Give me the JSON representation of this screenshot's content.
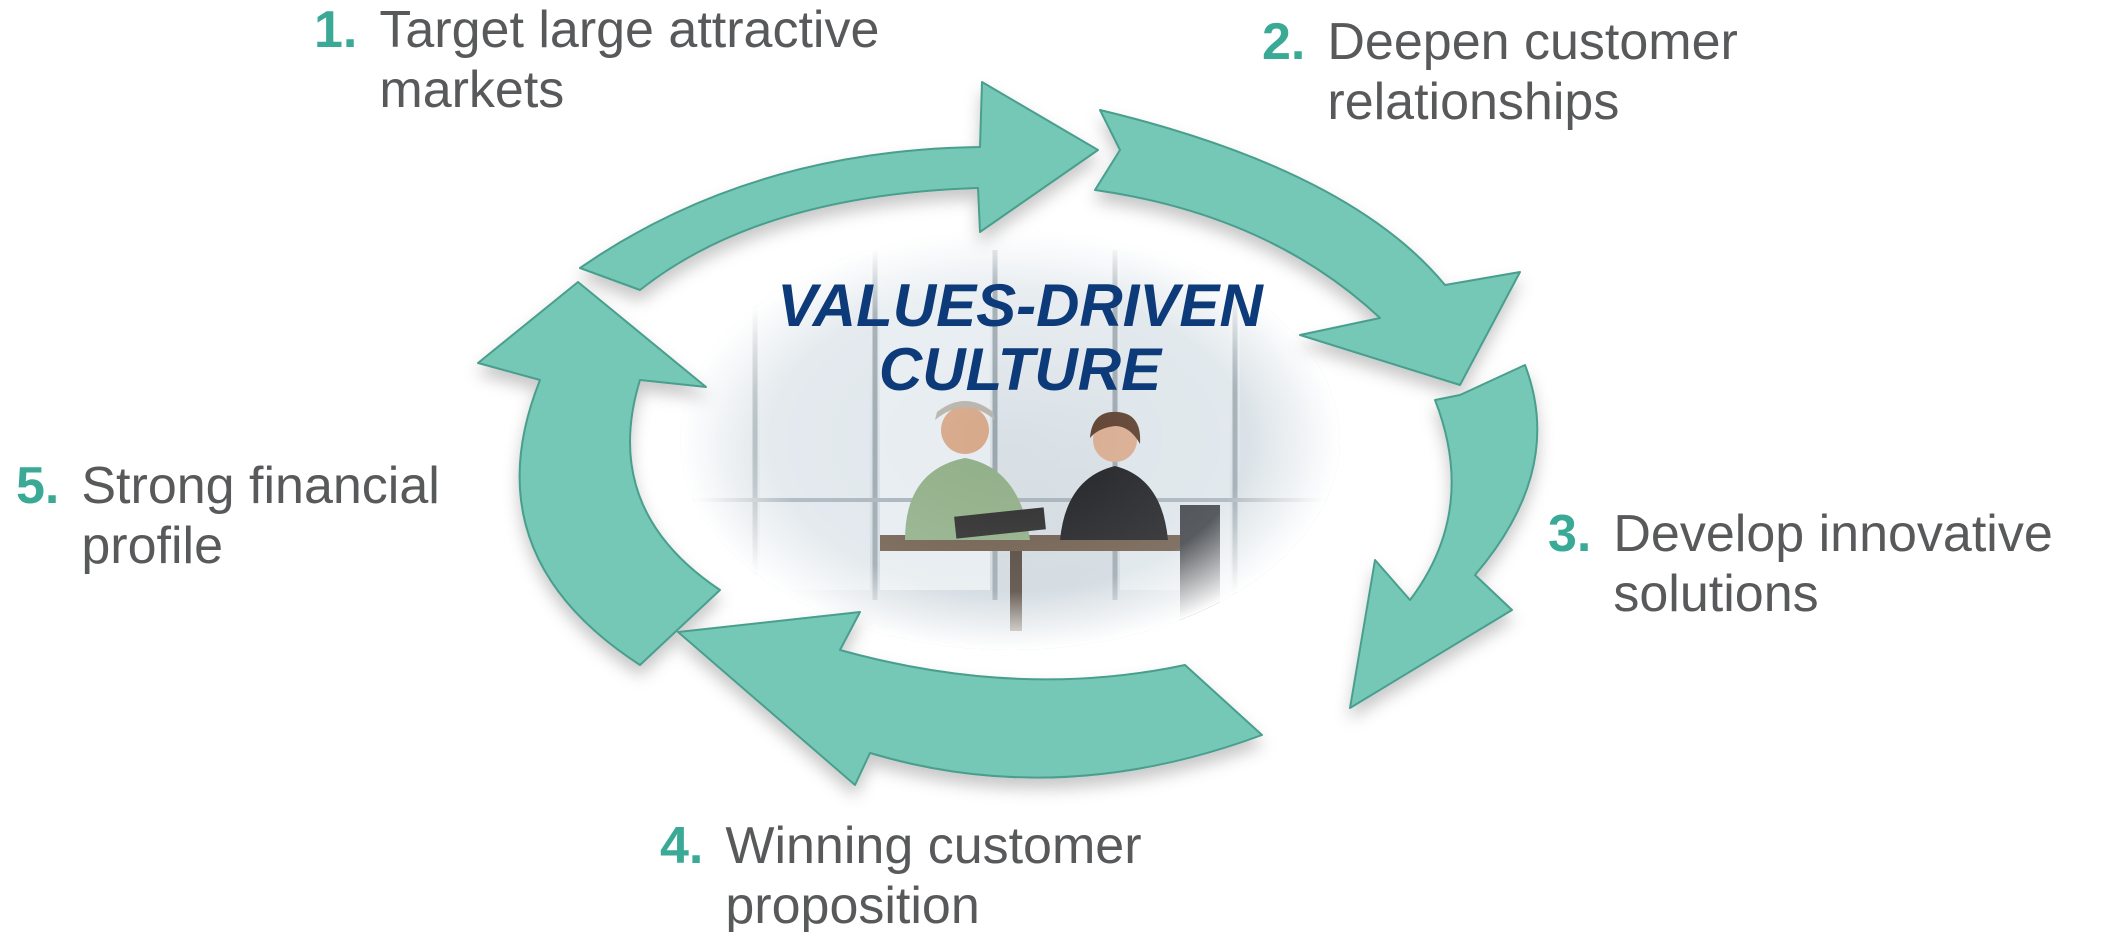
{
  "colors": {
    "arrow_fill": "#75c7b6",
    "arrow_shadow": "#4a9e8d",
    "number_accent": "#3aaa96",
    "body_text": "#58595b",
    "title_text": "#0d3a78"
  },
  "center": {
    "title_line_1": "VALUES-DRIVEN",
    "title_line_2": "CULTURE",
    "photo": "two colleagues reviewing a document at an office table"
  },
  "steps": [
    {
      "number": "1.",
      "label": "Target large attractive markets"
    },
    {
      "number": "2.",
      "label": "Deepen customer relationships"
    },
    {
      "number": "3.",
      "label": "Develop innovative solutions"
    },
    {
      "number": "4.",
      "label": "Winning customer proposition"
    },
    {
      "number": "5.",
      "label": "Strong financial profile"
    }
  ]
}
